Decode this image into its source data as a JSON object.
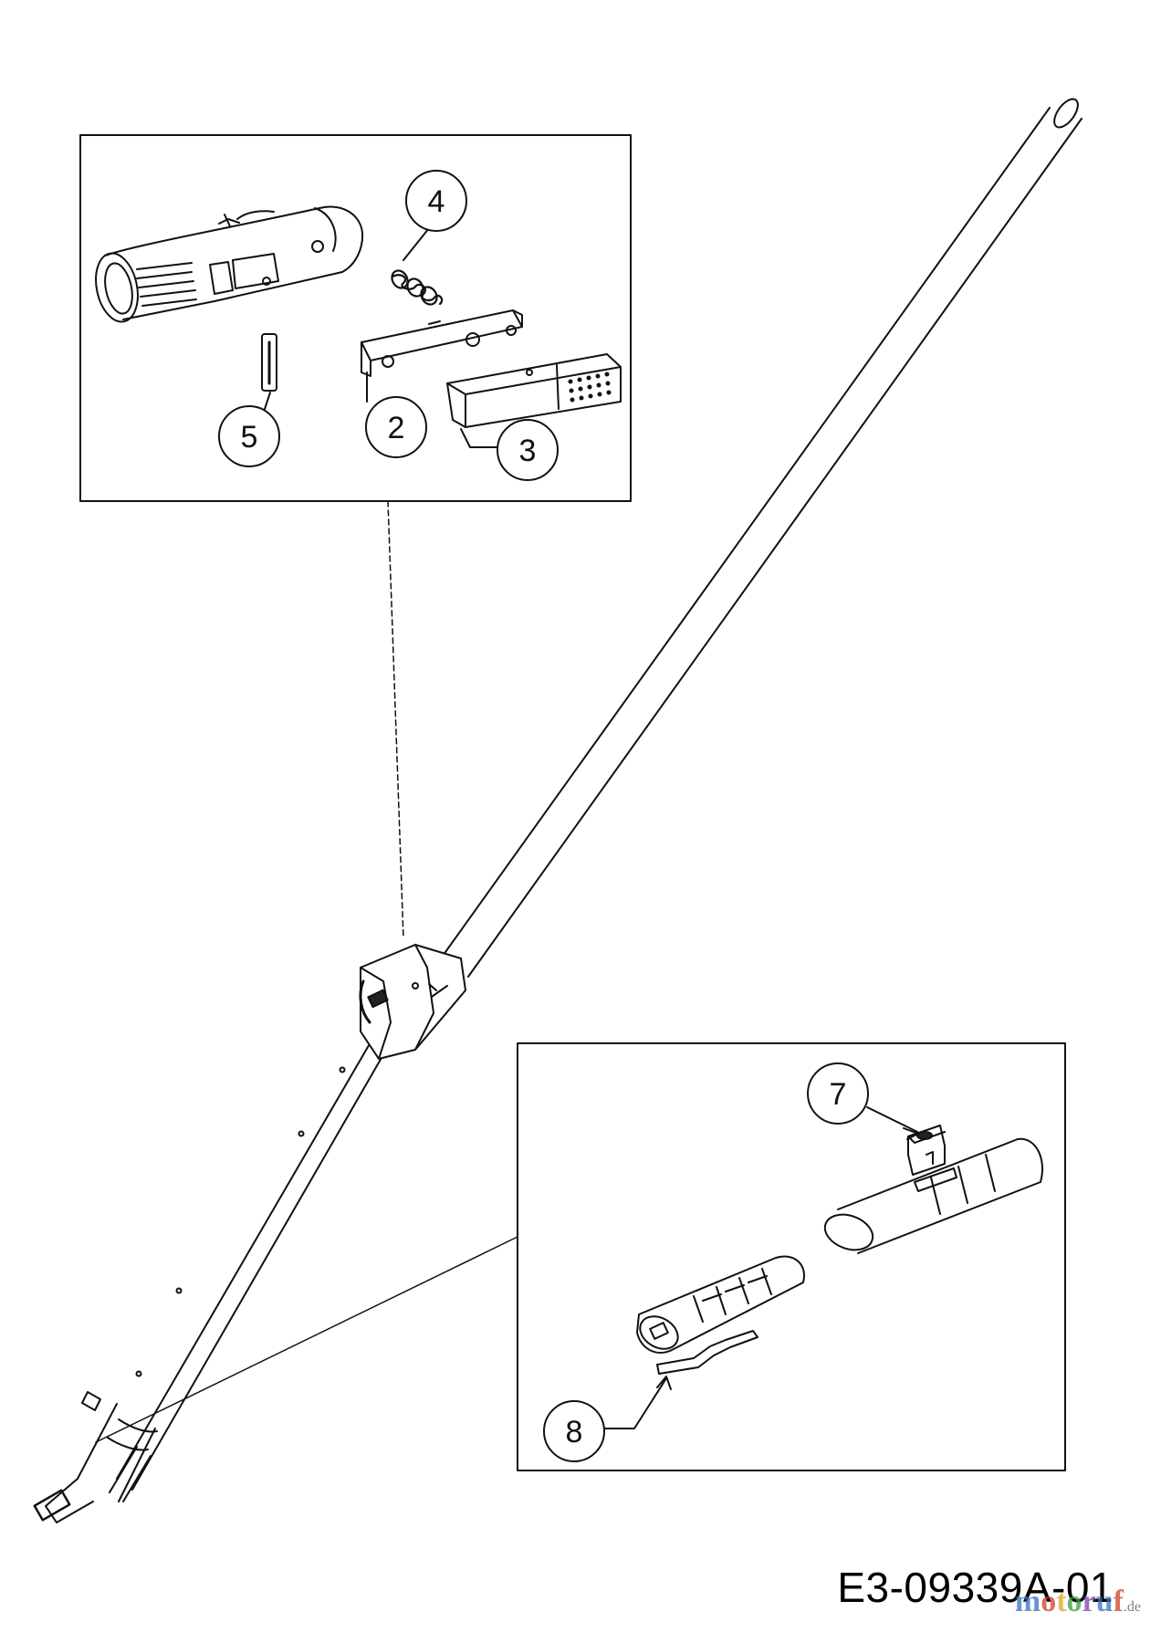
{
  "callouts": [
    {
      "id": "2",
      "label": "2"
    },
    {
      "id": "3",
      "label": "3"
    },
    {
      "id": "4",
      "label": "4"
    },
    {
      "id": "5",
      "label": "5"
    },
    {
      "id": "7",
      "label": "7"
    },
    {
      "id": "8",
      "label": "8"
    }
  ],
  "drawing_code": "E3-09339A-01",
  "watermark": {
    "text": "motoruf",
    "suffix": ".de",
    "colors": [
      "#3a6ec4",
      "#d23a2a",
      "#e0a21b",
      "#3c9a3c",
      "#7a3fa8",
      "#3a6ec4",
      "#d23a2a"
    ]
  }
}
